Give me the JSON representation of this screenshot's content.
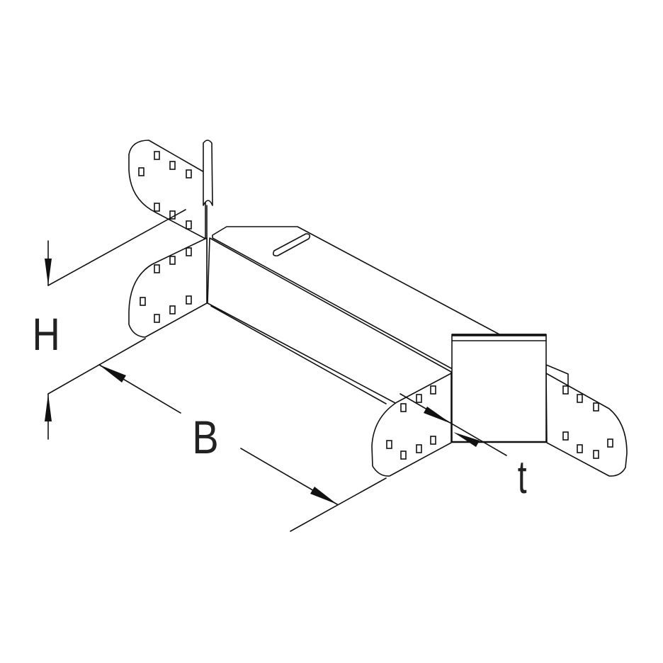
{
  "diagram": {
    "labels": {
      "height": "H",
      "width": "B",
      "thickness": "t"
    },
    "line_color": "#111111",
    "background": "#ffffff"
  }
}
